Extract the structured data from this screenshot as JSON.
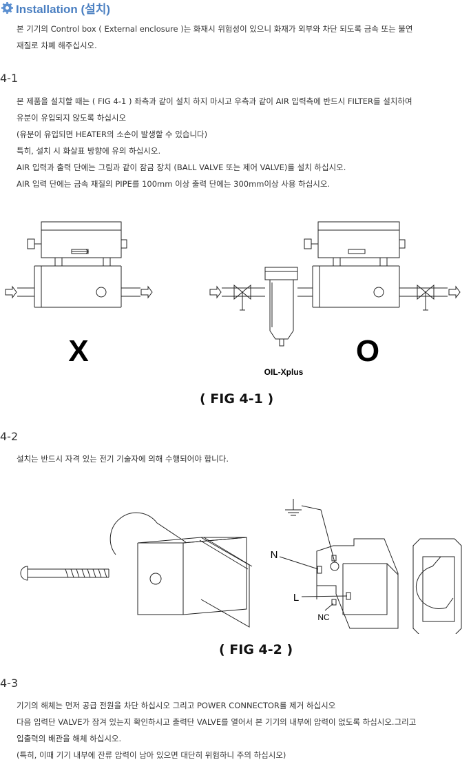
{
  "header": {
    "title": "Installation (설치)",
    "intro": [
      "본 기기의 Control box ( External enclosure )는 화재시 위험성이 있으니 화재가 외부와 차단 되도록 금속 또는 불연",
      "재질로 차폐 해주십시오."
    ]
  },
  "sections": [
    {
      "title": "4-1",
      "lines": [
        "본 제품을 설치할 때는 ( FIG 4-1 ) 좌측과 같이 설치 하지 마시고 우측과 같이 AIR 입력측에 반드시 FILTER를 설치하여",
        "유분이 유입되지 않도록 하십시오",
        "(유분이 유입되면 HEATER의 소손이 발생할 수 있습니다)",
        "특히, 설치 시 화살표 방향에 유의 하십시오.",
        "AIR 입력과 출력 단에는 그림과 같이 잠금 장치 (BALL VALVE 또는 제어 VALVE)를 설치 하십시오.",
        "AIR 입력 단에는 금속 재질의 PIPE를 100mm 이상 출력 단에는 300mm이상 사용 하십시오."
      ]
    },
    {
      "title": "4-2",
      "lines": [
        "설치는 반드시 자격 있는 전기 기술자에 의해 수행되어야 합니다."
      ]
    },
    {
      "title": "4-3",
      "lines": [
        "기기의 해체는 먼저 공급 전원을 차단 하십시오 그리고 POWER CONNECTOR를 제거 하십시오",
        "다음 입력단 VALVE가 잠겨 있는지 확인하시고 출력단 VALVE를 열어서 본 기기의 내부에 압력이 없도록 하십시오.그리고",
        "입출력의 배관을 해체 하십시오.",
        "(특히, 이때 기기 내부에 잔류 압력이 남아 있으면 대단히 위험하니 주의 하십시오)"
      ]
    }
  ],
  "fig1": {
    "caption": "( FIG 4-1 )",
    "wrong_mark": "X",
    "right_mark": "O",
    "filter_label": "OIL-Xplus"
  },
  "fig2": {
    "caption": "( FIG 4-2 )",
    "label_n": "N",
    "label_l": "L",
    "label_nc": "NC"
  },
  "icons": {
    "title_icon": "gear-icon"
  },
  "colors": {
    "title": "#4a7fc1",
    "text": "#333333",
    "line": "#222222"
  }
}
